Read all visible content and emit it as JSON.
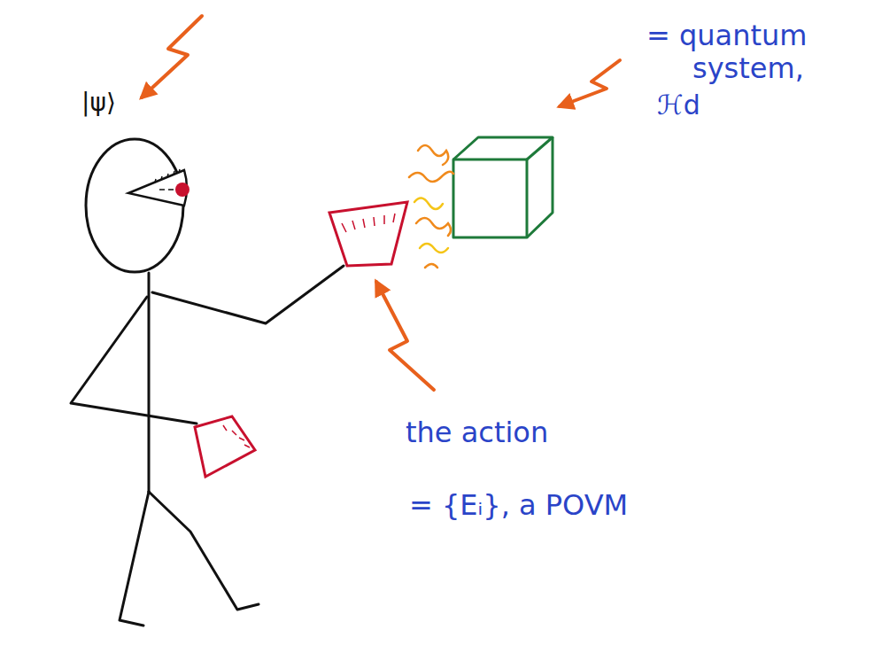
{
  "diagram": {
    "labels": [
      "|ψ⟩",
      "= quantum system,",
      "ℋd",
      "the action",
      "= {Eᵢ}, a POVM"
    ]
  }
}
